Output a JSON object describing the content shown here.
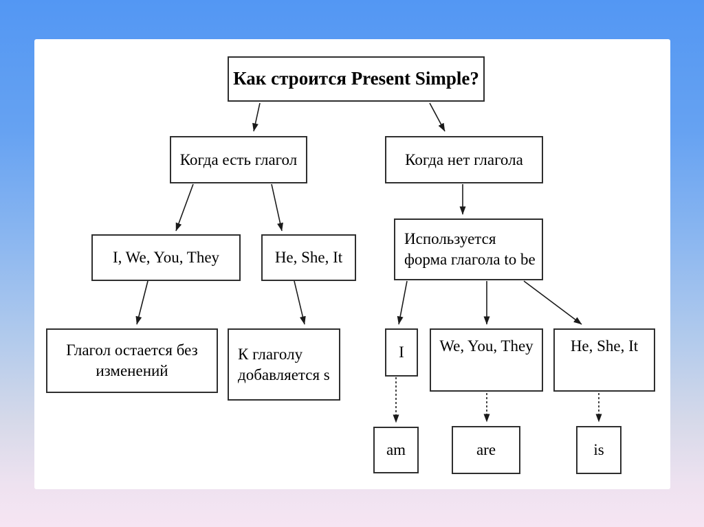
{
  "diagram": {
    "title": "Как строится Present Simple?",
    "nodes": {
      "has_verb": "Когда есть глагол",
      "no_verb": "Когда нет глагола",
      "i_we_you_they": "I, We, You, They",
      "he_she_it": "He, She, It",
      "verb_unchanged": "Глагол остается без\nизменений",
      "verb_adds_s": "К глаголу\nдобавляется s",
      "to_be_form": "Используется\nформа глагола to be",
      "pron_i": "I",
      "pron_we_you_they": "We, You, They",
      "pron_he_she_it": "He, She, It",
      "form_am": "am",
      "form_are": "are",
      "form_is": "is"
    },
    "colors": {
      "box_border": "#2e2e2e",
      "arrow": "#1a1a1a",
      "bg_top": "#5397f3",
      "bg_bottom": "#f6e5f3",
      "panel": "#ffffff"
    }
  }
}
